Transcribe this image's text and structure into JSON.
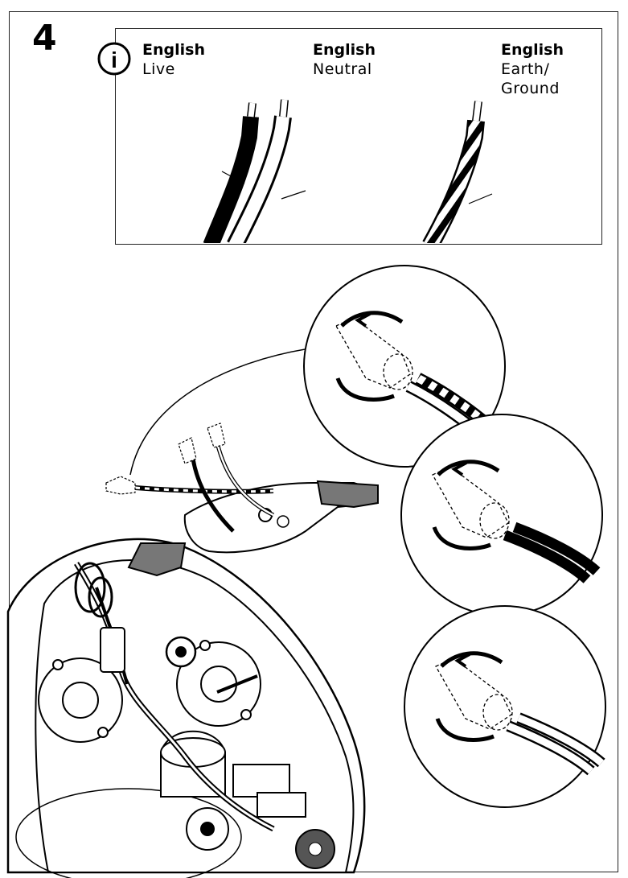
{
  "step": {
    "number": "4"
  },
  "info_icon": {
    "icon": "info-icon",
    "glyph": "i"
  },
  "wire_legend": [
    {
      "language": "English",
      "label": "Live"
    },
    {
      "language": "English",
      "label": "Neutral"
    },
    {
      "language": "English",
      "label": "Earth/ Ground"
    }
  ]
}
